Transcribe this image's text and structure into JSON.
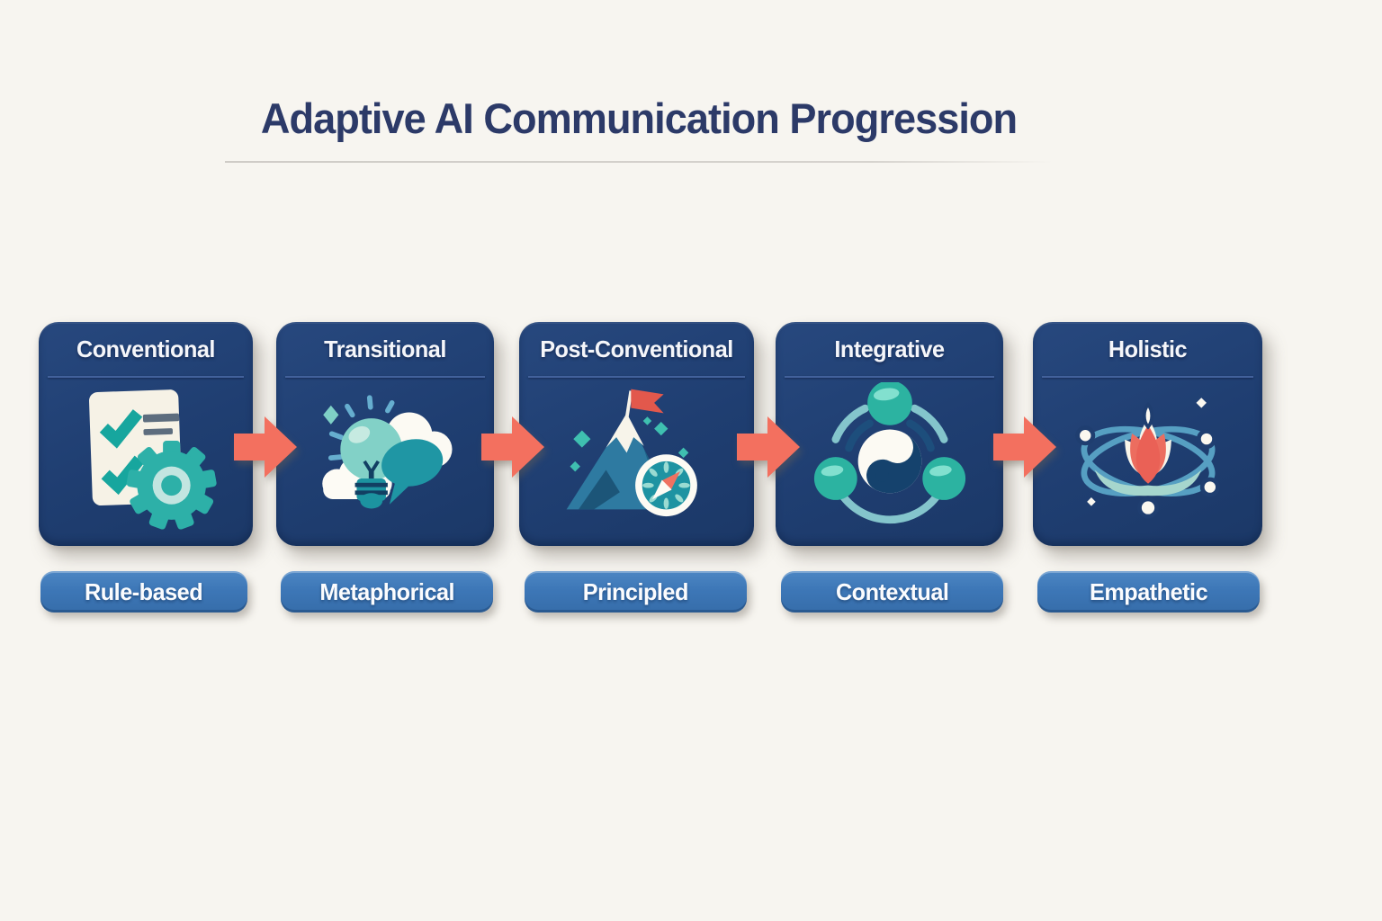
{
  "title": "Adaptive AI Communication Progression",
  "stages": [
    {
      "name": "Conventional",
      "label": "Rule-based",
      "icon": "checklist-gear-icon"
    },
    {
      "name": "Transitional",
      "label": "Metaphorical",
      "icon": "lightbulb-cloud-speech-icon"
    },
    {
      "name": "Post-Conventional",
      "label": "Principled",
      "icon": "mountain-flag-compass-icon"
    },
    {
      "name": "Integrative",
      "label": "Contextual",
      "icon": "yin-yang-balance-icon"
    },
    {
      "name": "Holistic",
      "label": "Empathetic",
      "icon": "lotus-orbit-icon"
    }
  ],
  "colors": {
    "background": "#f7f5f0",
    "card_navy": "#1f3e71",
    "card_divider": "#42619b",
    "pill_blue": "#3d77b7",
    "arrow_coral": "#f3705f",
    "title_navy": "#2c3a68",
    "teal_accent": "#2db0a8",
    "flag_red": "#e2584c",
    "light_blue": "#84c5cc",
    "cream": "#f7f3e8"
  }
}
